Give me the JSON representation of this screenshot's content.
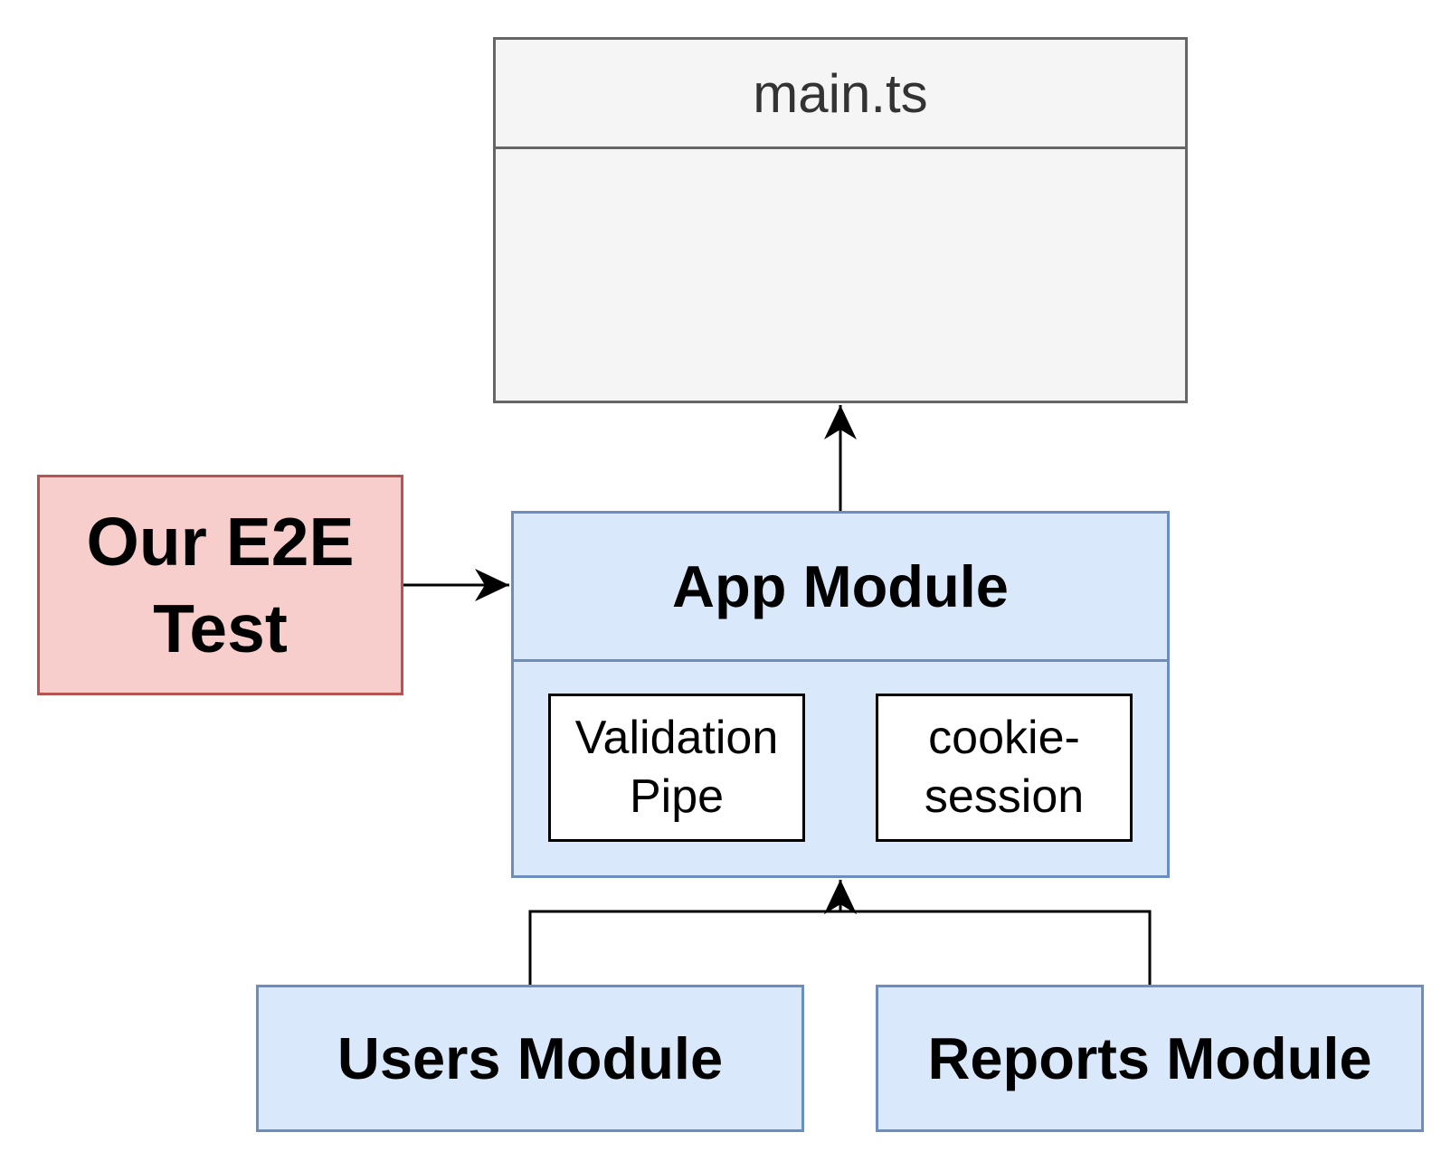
{
  "diagram": {
    "nodes": {
      "main_ts": {
        "label": "main.ts"
      },
      "e2e_test": {
        "label": "Our E2E Test"
      },
      "app_module": {
        "label": "App Module"
      },
      "validation_pipe": {
        "label": "Validation Pipe"
      },
      "cookie_session": {
        "label": "cookie-session"
      },
      "users_module": {
        "label": "Users Module"
      },
      "reports_module": {
        "label": "Reports Module"
      }
    },
    "edges": [
      {
        "from": "app_module",
        "to": "main_ts"
      },
      {
        "from": "e2e_test",
        "to": "app_module"
      },
      {
        "from": "users_module",
        "to": "app_module"
      },
      {
        "from": "reports_module",
        "to": "app_module"
      }
    ],
    "colors": {
      "main_fill": "#f5f5f5",
      "main_stroke": "#666666",
      "test_fill": "#f8cecc",
      "test_stroke": "#b85450",
      "module_fill": "#dae8fc",
      "module_stroke": "#6c8ebf",
      "connector": "#000000"
    }
  }
}
